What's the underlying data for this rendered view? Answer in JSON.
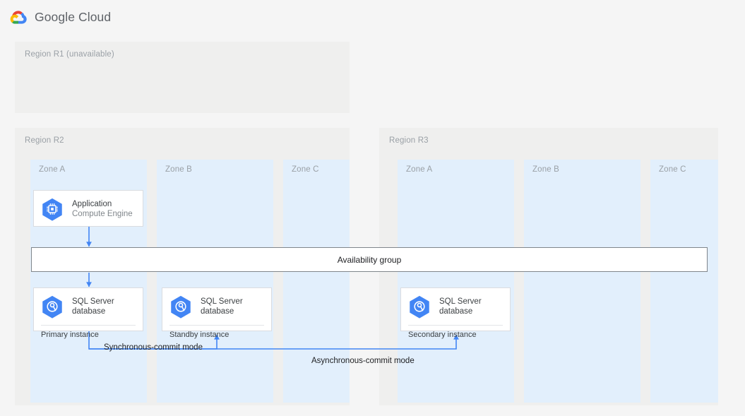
{
  "header": {
    "brand": "Google Cloud",
    "logo_icon": "google-cloud-logo-icon"
  },
  "regions": [
    {
      "id": "r1",
      "label": "Region R1 (unavailable)",
      "zones": []
    },
    {
      "id": "r2",
      "label": "Region R2",
      "zones": [
        {
          "id": "r2-a",
          "label": "Zone A"
        },
        {
          "id": "r2-b",
          "label": "Zone B"
        },
        {
          "id": "r2-c",
          "label": "Zone C"
        }
      ]
    },
    {
      "id": "r3",
      "label": "Region R3",
      "zones": [
        {
          "id": "r3-a",
          "label": "Zone A"
        },
        {
          "id": "r3-b",
          "label": "Zone B"
        },
        {
          "id": "r3-c",
          "label": "Zone C"
        }
      ]
    }
  ],
  "nodes": {
    "application": {
      "title": "Application",
      "subtitle": "Compute Engine",
      "icon": "compute-engine-icon",
      "zone": "Zone A",
      "region": "Region R2"
    },
    "primary": {
      "title": "SQL Server",
      "title_line2": "database",
      "footer": "Primary instance",
      "icon": "sql-server-database-icon",
      "zone": "Zone A",
      "region": "Region R2"
    },
    "standby": {
      "title": "SQL Server",
      "title_line2": "database",
      "footer": "Standby instance",
      "icon": "sql-server-database-icon",
      "zone": "Zone B",
      "region": "Region R2"
    },
    "secondary": {
      "title": "SQL Server",
      "title_line2": "database",
      "footer": "Secondary instance",
      "icon": "sql-server-database-icon",
      "zone": "Zone A",
      "region": "Region R3"
    }
  },
  "availability_group": {
    "label": "Availability group"
  },
  "edges": [
    {
      "id": "sync",
      "label": "Synchronous-commit mode",
      "from": "Primary instance",
      "to": "Standby instance"
    },
    {
      "id": "async",
      "label": "Asynchronous-commit mode",
      "from": "Primary instance",
      "to": "Secondary instance"
    }
  ],
  "colors": {
    "page_background": "#f5f5f5",
    "region_background": "#efefee",
    "zone_background": "#e2effc",
    "node_background": "#ffffff",
    "node_border": "#dadce0",
    "connector": "#4285f4",
    "availability_group_border": "#80868b",
    "label_text": "#9aa0a6",
    "title_text": "#3c4043"
  }
}
